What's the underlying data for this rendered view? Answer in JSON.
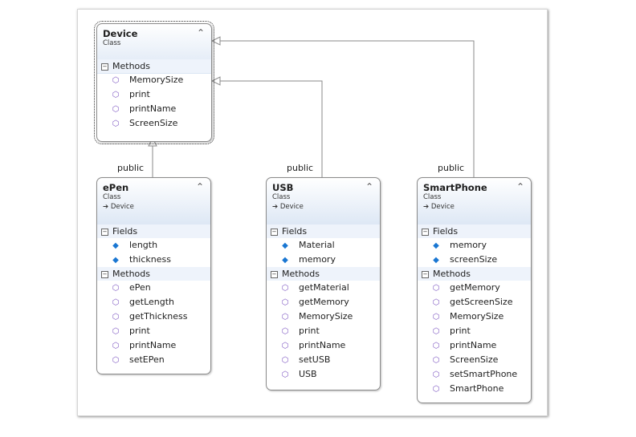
{
  "classes": {
    "device": {
      "name": "Device",
      "stereotype": "Class",
      "methods_header": "Methods",
      "methods": [
        "MemorySize",
        "print",
        "printName",
        "ScreenSize"
      ]
    },
    "epen": {
      "name": "ePen",
      "stereotype": "Class",
      "base": "Device",
      "fields_header": "Fields",
      "fields": [
        "length",
        "thickness"
      ],
      "methods_header": "Methods",
      "methods": [
        "ePen",
        "getLength",
        "getThickness",
        "print",
        "printName",
        "setEPen"
      ]
    },
    "usb": {
      "name": "USB",
      "stereotype": "Class",
      "base": "Device",
      "fields_header": "Fields",
      "fields": [
        "Material",
        "memory"
      ],
      "methods_header": "Methods",
      "methods": [
        "getMaterial",
        "getMemory",
        "MemorySize",
        "print",
        "printName",
        "setUSB",
        "USB"
      ]
    },
    "smartphone": {
      "name": "SmartPhone",
      "stereotype": "Class",
      "base": "Device",
      "fields_header": "Fields",
      "fields": [
        "memory",
        "screenSize"
      ],
      "methods_header": "Methods",
      "methods": [
        "getMemory",
        "getScreenSize",
        "MemorySize",
        "print",
        "printName",
        "ScreenSize",
        "setSmartPhone",
        "SmartPhone"
      ]
    }
  },
  "relations": [
    {
      "from": "ePen",
      "to": "Device",
      "label": "public"
    },
    {
      "from": "USB",
      "to": "Device",
      "label": "public"
    },
    {
      "from": "SmartPhone",
      "to": "Device",
      "label": "public"
    }
  ],
  "icons": {
    "method": "method-cube-icon",
    "field": "field-lock-icon",
    "collapse": "chevron-up-icon",
    "section": "collapse-minus-icon",
    "inherit": "inherits-arrow-icon"
  },
  "colors": {
    "header_gradient": "#dbe6f4",
    "method_icon": "#7e57c2",
    "field_icon": "#1976d2"
  }
}
